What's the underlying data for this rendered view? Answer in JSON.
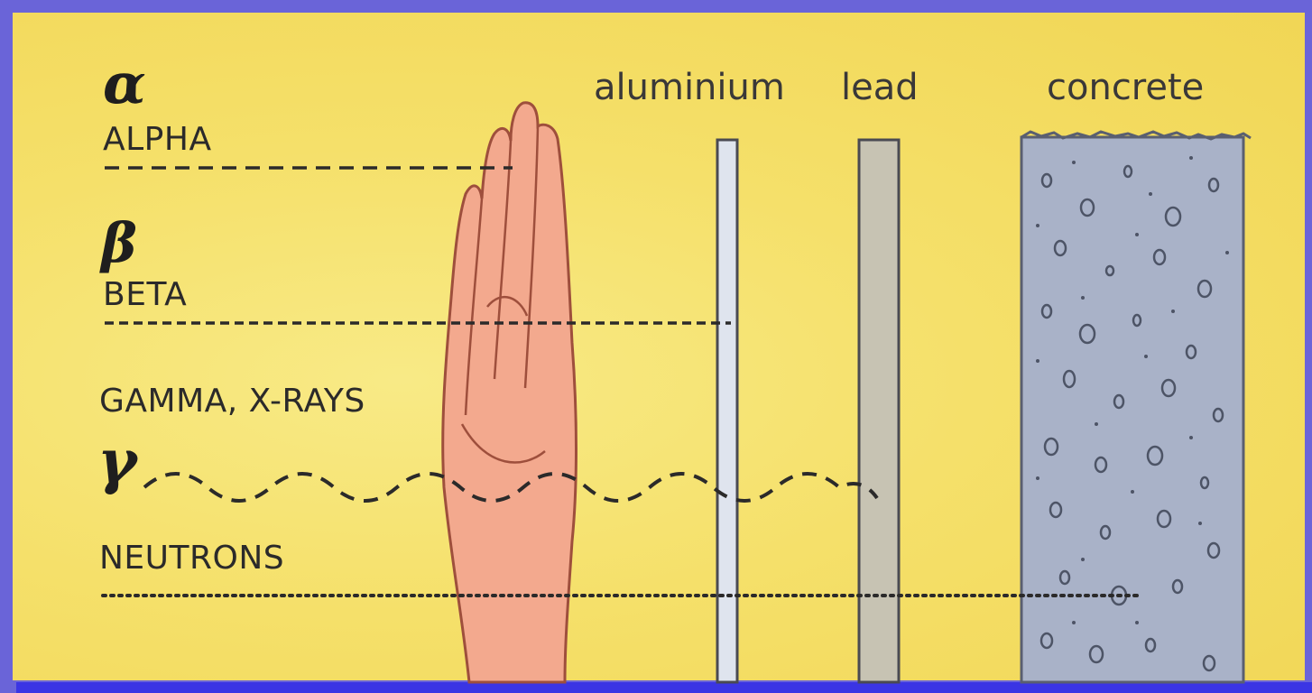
{
  "radiations": [
    {
      "symbol": "α",
      "label": "ALPHA",
      "stopped_by": "hand"
    },
    {
      "symbol": "β",
      "label": "BETA",
      "stopped_by": "aluminium"
    },
    {
      "symbol": "γ",
      "label": "GAMMA, X-RAYS",
      "stopped_by": "lead"
    },
    {
      "symbol": "",
      "label": "NEUTRONS",
      "stopped_by": "concrete"
    }
  ],
  "barriers": [
    {
      "label": "aluminium",
      "color": "#dfe4ee"
    },
    {
      "label": "lead",
      "color": "#c7c3b3"
    },
    {
      "label": "concrete",
      "color": "#a9b2c8"
    }
  ],
  "colors": {
    "frame": "#6a64d8",
    "background": "#f4de62",
    "skin": "#f3a98e",
    "ink": "#2b2a2a"
  }
}
